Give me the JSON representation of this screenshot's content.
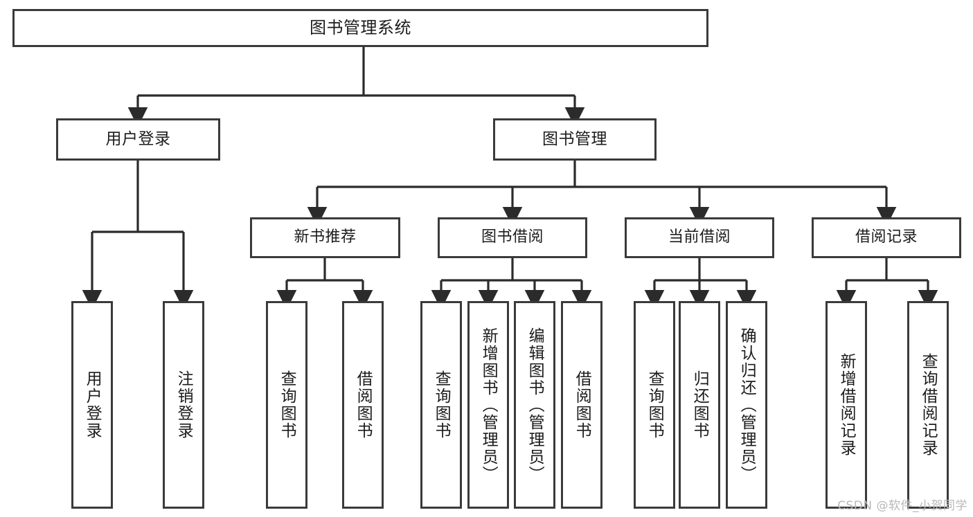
{
  "diagram": {
    "title": "图书管理系统",
    "type": "hierarchy-tree",
    "watermark": "CSDN @软件_小贺同学",
    "colors": {
      "background": "#ffffff",
      "node_border": "#3a3a3a",
      "node_fill": "#ffffff",
      "edge": "#2b2b2b",
      "text": "#1c1c1c",
      "watermark": "#b8b8b8"
    },
    "nodes": {
      "root": {
        "label": "图书管理系统"
      },
      "level2": [
        {
          "label": "用户登录"
        },
        {
          "label": "图书管理"
        }
      ],
      "level3": [
        {
          "label": "新书推荐"
        },
        {
          "label": "图书借阅"
        },
        {
          "label": "当前借阅"
        },
        {
          "label": "借阅记录"
        }
      ],
      "leaves": [
        {
          "label": "用户登录"
        },
        {
          "label": "注销登录"
        },
        {
          "label": "查询图书"
        },
        {
          "label": "借阅图书"
        },
        {
          "label": "查询图书"
        },
        {
          "label": "新增图书（管理员）"
        },
        {
          "label": "编辑图书（管理员）"
        },
        {
          "label": "借阅图书"
        },
        {
          "label": "查询图书"
        },
        {
          "label": "归还图书"
        },
        {
          "label": "确认归还（管理员）"
        },
        {
          "label": "新增借阅记录"
        },
        {
          "label": "查询借阅记录"
        }
      ]
    }
  }
}
